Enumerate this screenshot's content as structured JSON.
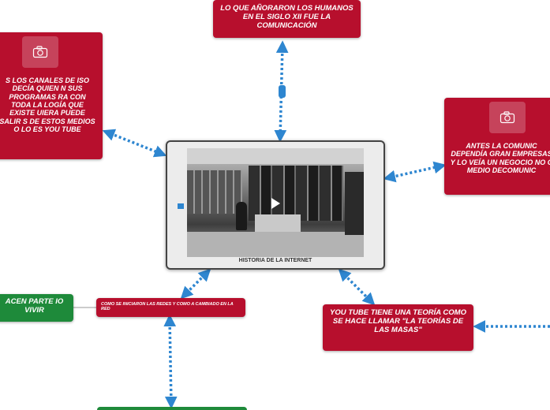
{
  "center": {
    "caption": "HISTORIA DE LA INTERNET",
    "media": "video-thumbnail",
    "play_icon": "play-icon"
  },
  "nodes": {
    "top": {
      "text": "LO QUE AÑORARON LOS HUMANOS EN EL SIGLO XII FUE LA COMUNICACIÓN",
      "color": "#b70f2d"
    },
    "left_top": {
      "text": "S LOS CANALES DE ISO DECÍA QUIEN N SUS PROGRAMAS RA CON TODA LA LOGÍA QUE EXISTE UIERA PUEDE SALIR S DE ESTOS MEDIOS O LO ES YOU TUBE",
      "color": "#b70f2d",
      "icon": "camera-icon"
    },
    "right_top": {
      "text": "ANTES LA COMUNIC DEPENDÍA GRAN EMPRESAS Y LO VEÍA UN NEGOCIO NO C MEDIO DECOMUNIC",
      "color": "#b70f2d",
      "icon": "camera-icon"
    },
    "bottom_mid": {
      "text": "COMO SE INICIARON LAS REDES Y COMO A CAMBIADO EN LA RED",
      "color": "#b70f2d"
    },
    "bottom_right": {
      "text": "YOU TUBE TIENE UNA TEORÍA COMO SE HACE LLAMAR \"LA TEORÍAS DE LAS MASAS\"",
      "color": "#b70f2d"
    },
    "left_green": {
      "text": "ACEN PARTE IO VIVIR",
      "color": "#1e8a3a"
    },
    "bottom_green": {
      "text": "",
      "color": "#1e8a3a"
    }
  },
  "connector_color": "#2e86d0"
}
